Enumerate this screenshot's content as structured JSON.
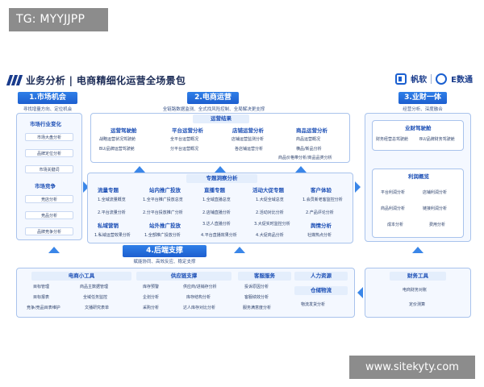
{
  "watermark_top": "TG: MYYJJPP",
  "watermark_bottom": "www.sitekyty.com",
  "header": {
    "title": "业务分析 | 电商精细化运营全场景包",
    "brand_fan": "帆软",
    "brand_e": "E数通"
  },
  "market": {
    "title": "1.市场机会",
    "subtitle": "寻找增量方向、定位机会",
    "groups": [
      {
        "label": "市场行业变化",
        "items": [
          "市场大盘分析",
          "品牌定位分析",
          "市场关键词"
        ]
      },
      {
        "label": "市场竞争",
        "items": [
          "竞店分析",
          "竞品分析",
          "品牌竞争分析"
        ]
      }
    ]
  },
  "ops": {
    "title": "2.电商运营",
    "subtitle": "全链路数据监测、全式找风险控制、全局解决更支撑",
    "result_title": "运营结果",
    "result_cols": [
      {
        "label": "运营驾驶舱",
        "items": [
          "战略运营状况驾驶舱",
          "BU/品牌运营驾驶舱"
        ]
      },
      {
        "label": "平台运营分析",
        "items": [
          "全平台运营概况",
          "分平台运营概况"
        ]
      },
      {
        "label": "店铺运营分析",
        "items": [
          "店铺运营监测分析",
          "各店铺运营分析"
        ]
      },
      {
        "label": "商品运营分析",
        "items": [
          "商品运营概况",
          "横品/新品分析",
          "商品价格带分析/商品品类分析"
        ]
      }
    ],
    "topic_title": "专题洞察分析",
    "topic_cols": [
      {
        "label": "流量专题",
        "items": [
          "1.全域流量概览",
          "2.平台流量分析"
        ],
        "label2": "私域营销",
        "items2": [
          "1.私域运营效果分析"
        ]
      },
      {
        "label": "站内推广投放",
        "items": [
          "1.全平台推广投放总览",
          "2.分平台投放推广分析"
        ],
        "label2": "站外推广投放",
        "items2": [
          "1.全部推广投放分析"
        ]
      },
      {
        "label": "直播专题",
        "items": [
          "1.全域直播总览",
          "2.店铺直播分析",
          "3.达人直播分析"
        ],
        "label2": "",
        "items2": [
          "4.平台直播效果分析"
        ]
      },
      {
        "label": "活动大促专题",
        "items": [
          "1.大促全域总览",
          "2.活动对比分析",
          "3.大促实时监控分析"
        ],
        "label2": "",
        "items2": [
          "4.大促商品分析"
        ]
      },
      {
        "label": "客户体验",
        "items": [
          "1.会员新老客监控分析",
          "2.产品评论分析"
        ],
        "label2": "舆情分析",
        "items2": [
          "社媒热点分析"
        ]
      }
    ]
  },
  "finance": {
    "title": "3.业财一体",
    "subtitle": "经营分析、深度融合",
    "box1_title": "业财驾驶舱",
    "box1_items": [
      "财务经营总驾驶舱",
      "BU/品牌财务驾驶舱"
    ],
    "box2_title": "利润概览",
    "box2_items": [
      "平台利润分析",
      "店铺利润分析",
      "商品利润分析",
      "链接利润分析",
      "成本分析",
      "费用分析"
    ]
  },
  "backend": {
    "title": "4.后端支撑",
    "subtitle": "赋能协同、高效反应、稳定支撑",
    "tools_title": "电商小工具",
    "tools_items": [
      "目标管理",
      "商品主数据管理",
      "目标报表",
      "全域任务监控",
      "竞争/竞品目表维护",
      "文播研究表单"
    ],
    "supply_title": "供应链支撑",
    "supply_items": [
      "库存预警",
      "供应商/进销存分析",
      "企划分析",
      "库存结构分析",
      "采购分析",
      "达人库存对比分析"
    ],
    "cs_title": "客服服务",
    "cs_items": [
      "投诉原因分析",
      "客服绩效分析",
      "服务满意度分析"
    ],
    "hr_title": "人力资源",
    "wh_title": "仓储物流",
    "wh_items": [
      "物流发货分析"
    ],
    "fin_tools_title": "财务工具",
    "fin_tools_items": [
      "电商财务对账",
      "定价测算"
    ]
  }
}
